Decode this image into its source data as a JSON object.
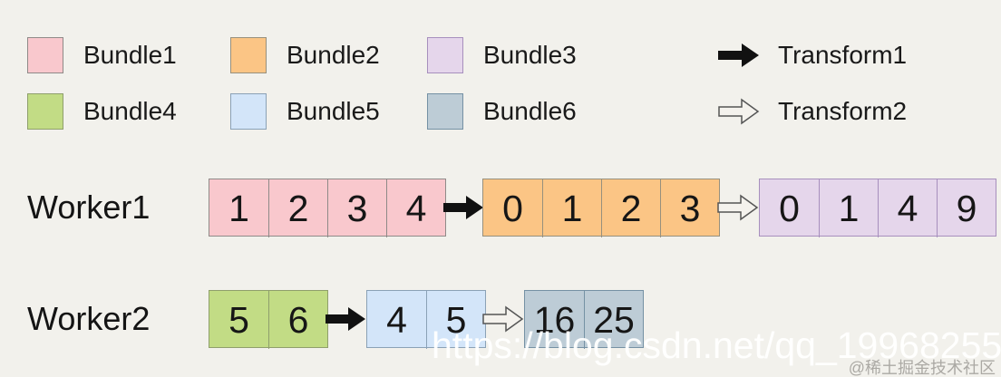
{
  "page": {
    "background_color": "#f2f1ec"
  },
  "legend": {
    "bundles": [
      {
        "label": "Bundle1",
        "fill": "#f9c8cd",
        "border": "#8f8a88"
      },
      {
        "label": "Bundle2",
        "fill": "#fbc585",
        "border": "#97907d"
      },
      {
        "label": "Bundle3",
        "fill": "#e5d6eb",
        "border": "#a78fbd"
      },
      {
        "label": "Bundle4",
        "fill": "#c2dc85",
        "border": "#8f9f6c"
      },
      {
        "label": "Bundle5",
        "fill": "#d3e5f9",
        "border": "#8ba1b6"
      },
      {
        "label": "Bundle6",
        "fill": "#bdccd6",
        "border": "#7591a4"
      }
    ],
    "transforms": [
      {
        "label": "Transform1",
        "style": "solid-black-arrow",
        "color": "#111111"
      },
      {
        "label": "Transform2",
        "style": "outline-arrow",
        "color": "#555555"
      }
    ]
  },
  "workers": [
    {
      "label": "Worker1",
      "bundles": [
        {
          "name": "Bundle1",
          "values": [
            "1",
            "2",
            "3",
            "4"
          ]
        },
        {
          "name": "Bundle2",
          "values": [
            "0",
            "1",
            "2",
            "3"
          ]
        },
        {
          "name": "Bundle3",
          "values": [
            "0",
            "1",
            "4",
            "9"
          ]
        }
      ],
      "transforms": [
        "Transform1",
        "Transform2"
      ]
    },
    {
      "label": "Worker2",
      "bundles": [
        {
          "name": "Bundle4",
          "values": [
            "5",
            "6"
          ]
        },
        {
          "name": "Bundle5",
          "values": [
            "4",
            "5"
          ]
        },
        {
          "name": "Bundle6",
          "values": [
            "16",
            "25"
          ]
        }
      ],
      "transforms": [
        "Transform1",
        "Transform2"
      ]
    }
  ],
  "watermark": {
    "url": "https://blog.csdn.net/qq_19968255",
    "attribution": "@稀土掘金技术社区"
  }
}
